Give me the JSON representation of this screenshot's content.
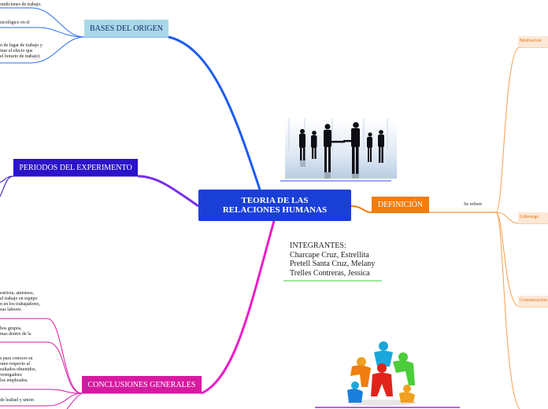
{
  "central": {
    "line1": "TEORIA DE LAS",
    "line2": "RELACIONES HUMANAS"
  },
  "branches": {
    "bases": "BASES DEL ORIGEN",
    "periodos": "PERIODOS DEL EXPERIMENTO",
    "conclusiones": "CONCLUSIONES GENERALES",
    "definicion": "DEFINICIÓN"
  },
  "bases_notes": {
    "n1": "ondiciones de trabajo.",
    "n2": "sicológico en el",
    "n3": [
      "n de lugar de trabajo y",
      "inar el efecto que",
      "el horario de trabajo)"
    ]
  },
  "conclusion_notes": {
    "n1": [
      " estricta, amistoso,",
      "el trabajo en equipo",
      "n en los trabajadores,",
      "sus labores."
    ],
    "n2": [
      "bos grupos,",
      "mas dentro de la"
    ],
    "n3": [
      "s para conocer su",
      "omo respecto al",
      "sultados obtenidos,",
      "vestigadora",
      "los empleados."
    ],
    "n4": "de lealtad y union"
  },
  "definition": {
    "connector": "Se refiere",
    "subs": [
      "Motivacion",
      "Liderazgo",
      "Comunicacion"
    ]
  },
  "integrantes": {
    "title": "INTEGRANTES:",
    "members": [
      "Charcape Cruz, Estrellita",
      "Pretell Santa Cruz, Melany",
      "Trelles Contreras, Jessica"
    ]
  },
  "colors": {
    "central": "#1a3fd6",
    "bases": "#a8d8e8",
    "periodos": "#2b14c9",
    "conclusiones": "#d61aa0",
    "definicion": "#f07d10",
    "integrantes_line": "#3ecf3e"
  },
  "images": [
    "business-people-silhouettes",
    "teamwork-people-figures"
  ]
}
